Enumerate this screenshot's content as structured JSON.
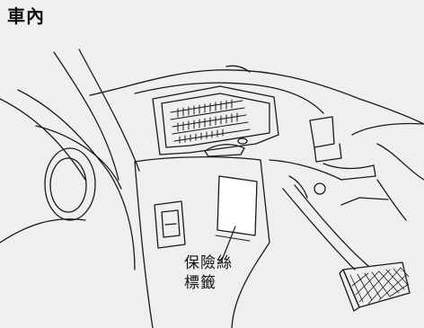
{
  "figure": {
    "title": "車內",
    "callout": {
      "line1": "保險絲",
      "line2": "標籤"
    }
  },
  "colors": {
    "background": "#efefef",
    "line": "#1a1a1a",
    "label_fill": "#ffffff",
    "text": "#111111"
  }
}
